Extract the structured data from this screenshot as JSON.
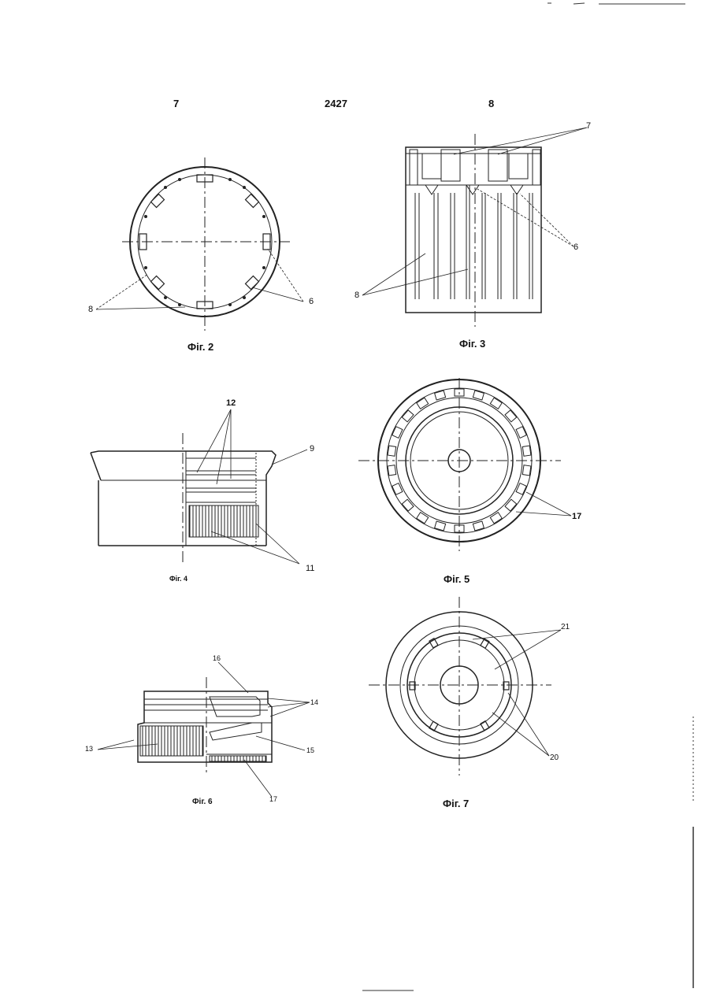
{
  "header": {
    "left_page_number": "7",
    "document_number": "2427",
    "right_page_number": "8"
  },
  "figures": {
    "fig2": {
      "caption": "Фіг. 2",
      "callouts": [
        "8",
        "6"
      ]
    },
    "fig3": {
      "caption": "Фіг. 3",
      "callouts": [
        "7",
        "6",
        "8"
      ]
    },
    "fig4": {
      "caption": "Фіг. 4",
      "callouts": [
        "12",
        "9",
        "11"
      ]
    },
    "fig5": {
      "caption": "Фіг. 5",
      "callouts": [
        "17"
      ]
    },
    "fig6": {
      "caption": "Фіг. 6",
      "callouts": [
        "16",
        "14",
        "13",
        "15",
        "17"
      ]
    },
    "fig7": {
      "caption": "Фіг. 7",
      "callouts": [
        "21",
        "20"
      ]
    }
  }
}
